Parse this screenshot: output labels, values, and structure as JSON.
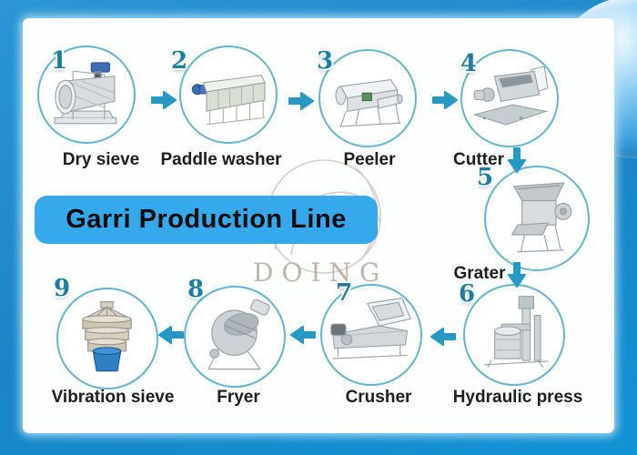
{
  "banner": {
    "title": "Garri Production Line"
  },
  "watermark": {
    "text": "DOING"
  },
  "stations": [
    {
      "num": "1",
      "label": "Dry sieve"
    },
    {
      "num": "2",
      "label": "Paddle washer"
    },
    {
      "num": "3",
      "label": "Peeler"
    },
    {
      "num": "4",
      "label": "Cutter"
    },
    {
      "num": "5",
      "label": "Grater"
    },
    {
      "num": "6",
      "label": "Hydraulic press"
    },
    {
      "num": "7",
      "label": "Crusher"
    },
    {
      "num": "8",
      "label": "Fryer"
    },
    {
      "num": "9",
      "label": "Vibration sieve"
    }
  ],
  "colors": {
    "frame_blue": "#1a85c8",
    "banner_blue": "#35a9ec",
    "accent_teal": "#2598c4",
    "ring_teal": "#63b4ce"
  }
}
